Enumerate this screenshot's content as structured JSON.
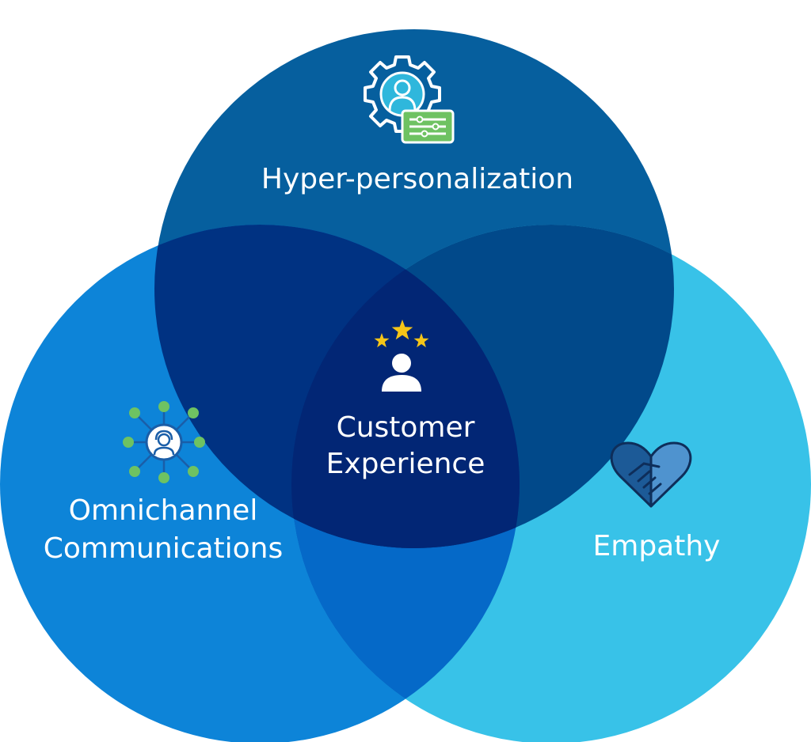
{
  "diagram": {
    "type": "venn",
    "circles": [
      {
        "id": "top",
        "label": "Hyper-personalization",
        "color": "#065f9e",
        "icon": "gear-person-settings-icon"
      },
      {
        "id": "left",
        "label_line1": "Omnichannel",
        "label_line2": "Communications",
        "color": "#0d84d8",
        "icon": "omnichannel-network-icon"
      },
      {
        "id": "right",
        "label": "Empathy",
        "color": "#38c2e8",
        "icon": "handshake-heart-icon"
      }
    ],
    "center": {
      "label_line1": "Customer",
      "label_line2": "Experience",
      "icon": "rated-customer-icon"
    },
    "colors": {
      "overlap_top_left": "#003282",
      "overlap_top_right": "#01498a",
      "overlap_left_right": "#0569c8",
      "center": "#022675",
      "icon_green": "#6ec262",
      "star_gold": "#f5c518",
      "heart_dark": "#1c5a97",
      "heart_light": "#4f93cf"
    }
  }
}
